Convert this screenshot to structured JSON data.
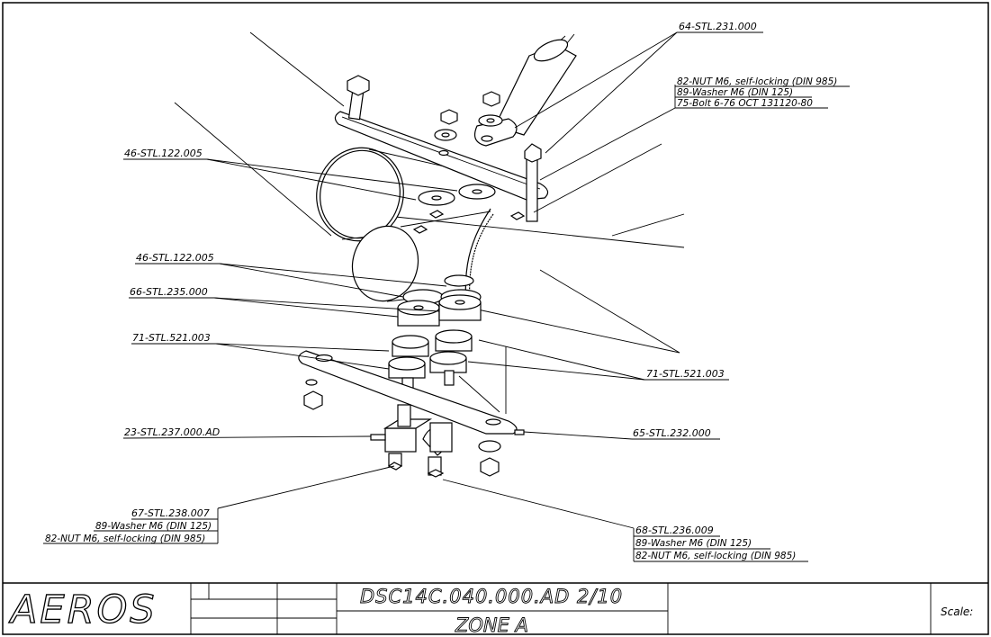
{
  "title_block": {
    "logo": "AEROS",
    "drawing_number": "DSC14C.040.000.AD 2/10",
    "zone": "ZONE A",
    "scale_label": "Scale:"
  },
  "labels": {
    "top_right_part": "64-STL.231.000",
    "hw_top_1": "82-NUT M6, self-locking (DIN 985)",
    "hw_top_2": "89-Washer M6 (DIN 125)",
    "hw_top_3": "75-Bolt 6-76 OCT 131120-80",
    "left_1": "46-STL.122.005",
    "left_2": "46-STL.122.005",
    "left_3": "66-STL.235.000",
    "left_4": "71-STL.521.003",
    "right_mid": "71-STL.521.003",
    "left_5": "23-STL.237.000.AD",
    "right_low": "65-STL.232.000",
    "bl_1": "67-STL.238.007",
    "bl_2": "89-Washer M6 (DIN 125)",
    "bl_3": "82-NUT M6, self-locking (DIN 985)",
    "br_1": "68-STL.236.009",
    "br_2": "89-Washer M6 (DIN 125)",
    "br_3": "82-NUT M6, self-locking (DIN 985)"
  }
}
